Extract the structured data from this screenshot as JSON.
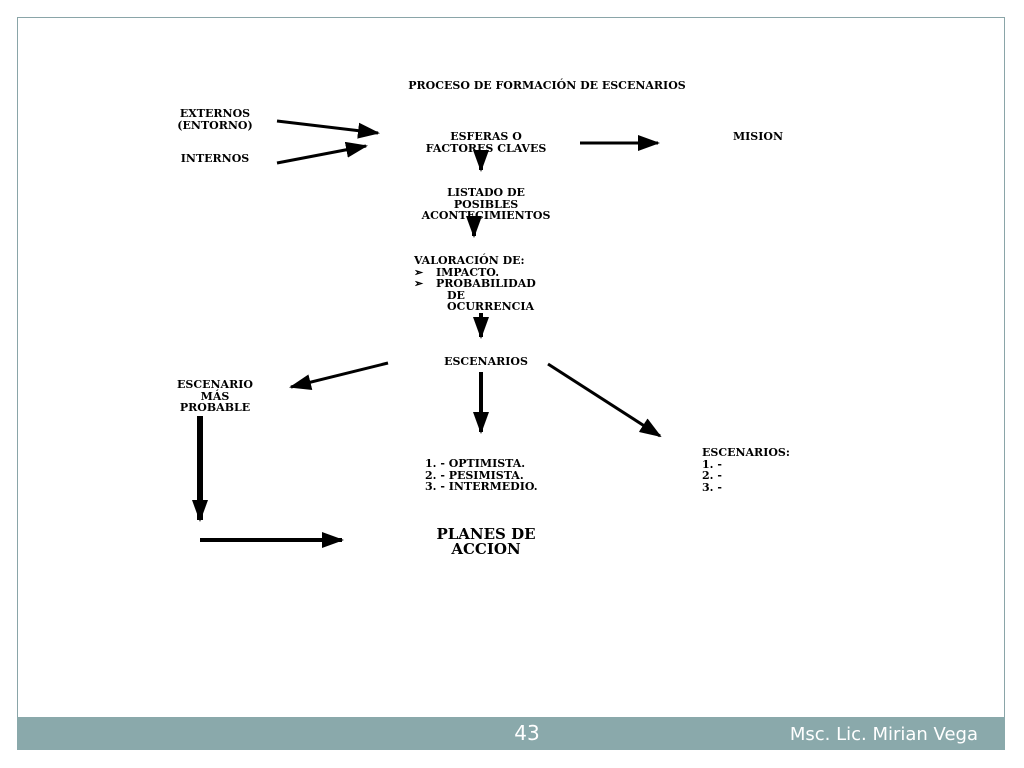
{
  "diagram": {
    "title": "PROCESO DE FORMACIÓN DE ESCENARIOS",
    "externos": [
      "EXTERNOS",
      "(ENTORNO)"
    ],
    "internos": "INTERNOS",
    "esferas": [
      "ESFERAS O",
      "FACTORES CLAVES"
    ],
    "mision": "MISION",
    "listado": [
      "LISTADO DE",
      "POSIBLES",
      "ACONTECIMIENTOS"
    ],
    "valoracion": {
      "heading": "VALORACIÓN DE:",
      "bullet_marker": "➢",
      "items": [
        "IMPACTO.",
        "PROBABILIDAD"
      ],
      "continuation": [
        "DE",
        "OCURRENCIA"
      ]
    },
    "escenarios_center": "ESCENARIOS",
    "escenario_probable": [
      "ESCENARIO",
      "MÁS",
      "PROBABLE"
    ],
    "tipos": [
      "1. - OPTIMISTA.",
      "2. - PESIMISTA.",
      "3. - INTERMEDIO."
    ],
    "escenarios_right": {
      "heading": "ESCENARIOS:",
      "items": [
        "1. -",
        "2. -",
        "3. -"
      ]
    },
    "planes": [
      "PLANES DE",
      "ACCION"
    ]
  },
  "footer": {
    "page_number": "43",
    "author": "Msc. Lic. Mirian Vega"
  }
}
